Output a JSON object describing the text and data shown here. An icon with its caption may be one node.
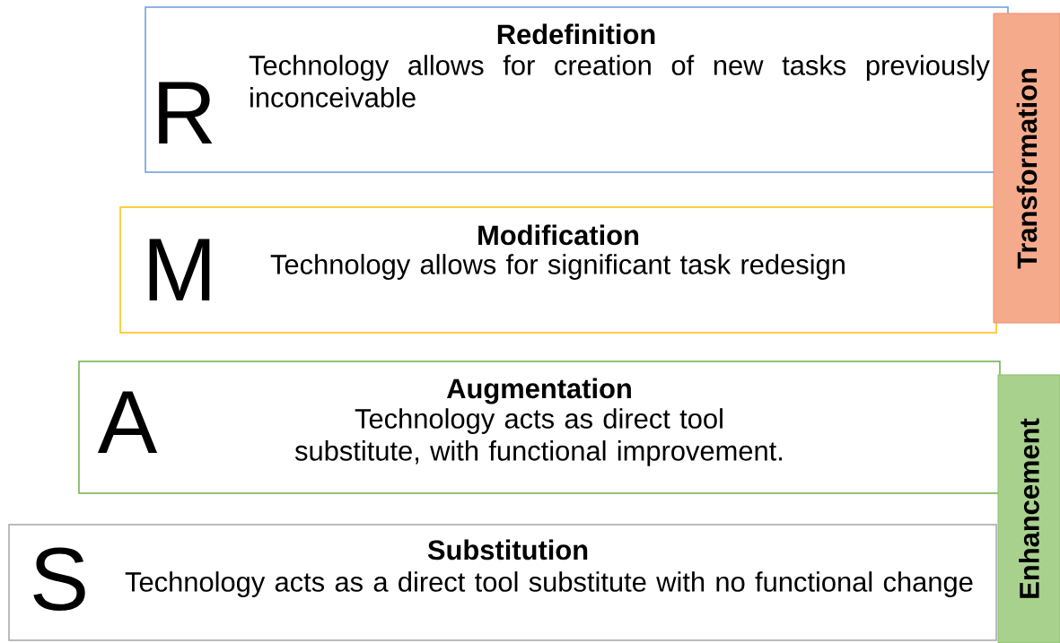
{
  "diagram": {
    "nodes": [
      {
        "text": [
          "R",
          "Redefinition",
          "Technology allows for creation of new tasks previously inconceivable"
        ]
      },
      {
        "text": [
          "M",
          "Modification",
          "Technology allows for significant task redesign"
        ]
      },
      {
        "text": [
          "A",
          "Augmentation",
          "Technology acts as direct tool substitute, with functional improvement."
        ]
      },
      {
        "text": [
          "S",
          "Substitution",
          "Technology acts as a direct tool substitute with no functional change"
        ]
      },
      {
        "text": [
          "Transformation"
        ]
      },
      {
        "text": [
          "Enhancement"
        ]
      }
    ]
  }
}
